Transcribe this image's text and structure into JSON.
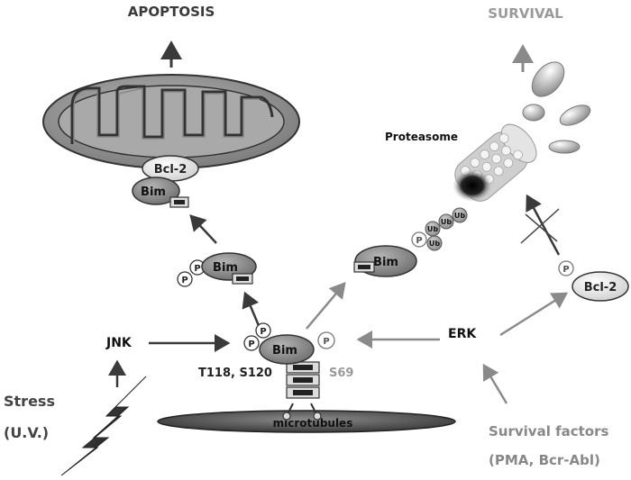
{
  "left": {
    "outcome": "APOPTOSIS",
    "kinase": "JNK",
    "stress_line1": "Stress",
    "stress_line2": "(U.V.)"
  },
  "right": {
    "outcome": "SURVIVAL",
    "kinase": "ERK",
    "factors_line1": "Survival factors",
    "factors_line2": "(PMA, Bcr-Abl)",
    "proteasome": "Proteasome"
  },
  "proteins": {
    "bim": "Bim",
    "bcl2": "Bcl-2",
    "phospho": "P",
    "ubiquitin": "Ub"
  },
  "center": {
    "sites_jnk": "T118, S120",
    "site_erk": "S69",
    "microtubules": "microtubules"
  },
  "colors": {
    "dark_arrow": "#3a3a3a",
    "grey_arrow": "#8a8a8a",
    "bim_fill": "#8d8d8d",
    "bcl2_fill": "#e6e6e6",
    "survival_text": "#9a9a9a"
  }
}
